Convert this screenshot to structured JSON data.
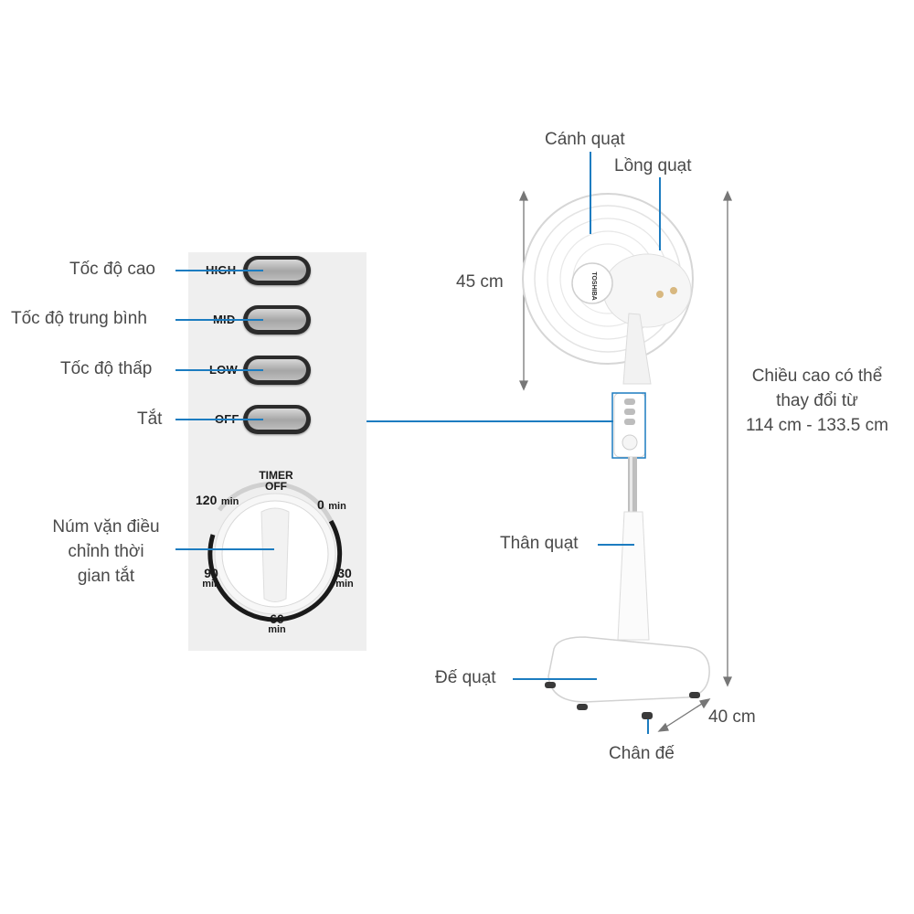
{
  "panel": {
    "buttons": [
      {
        "label": "HIGH",
        "desc": "Tốc độ cao"
      },
      {
        "label": "MID",
        "desc": "Tốc độ trung bình"
      },
      {
        "label": "LOW",
        "desc": "Tốc độ thấp"
      },
      {
        "label": "OFF",
        "desc": "Tắt"
      }
    ],
    "timer": {
      "title_line1": "TIMER",
      "title_line2": "OFF",
      "m0": "0",
      "m30": "30",
      "m60": "60",
      "m90": "90",
      "m120": "120",
      "unit": "min"
    },
    "knob_desc": [
      "Núm vặn điều",
      "chỉnh thời",
      "gian tắt"
    ]
  },
  "fan": {
    "brand": "TOSHIBA",
    "blade": "Cánh quạt",
    "cage": "Lồng quạt",
    "head_size": "45 cm",
    "height_desc": [
      "Chiều cao có thể",
      "thay đổi từ",
      "114 cm - 133.5 cm"
    ],
    "body": "Thân quạt",
    "base": "Đế quạt",
    "feet": "Chân đế",
    "base_width": "40 cm"
  },
  "colors": {
    "accent": "#1c7cc0",
    "text": "#4a4a4a",
    "panel": "#efefef"
  }
}
